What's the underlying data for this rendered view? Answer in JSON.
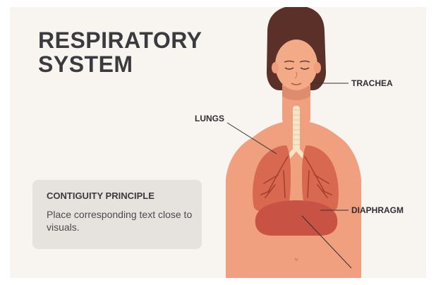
{
  "title": "RESPIRATORY\nSYSTEM",
  "principle": {
    "heading": "CONTIGUITY PRINCIPLE",
    "text": "Place corresponding text close to visuals."
  },
  "labels": {
    "trachea": "TRACHEA",
    "lungs": "LUNGS",
    "diaphragm": "DIAPHRAGM"
  },
  "colors": {
    "background": "#f8f5f0",
    "skin": "#f0a07e",
    "lungs": "#d8684f",
    "diaphragm": "#c85344",
    "hair": "#5b3028",
    "text": "#3b3b3f"
  }
}
